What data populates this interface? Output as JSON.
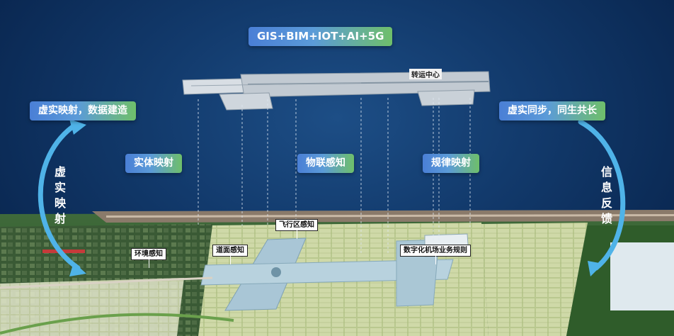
{
  "header": {
    "tech_label": "GIS+BIM+IOT+AI+5G"
  },
  "pills": {
    "top_left": "虚实映射，数据建造",
    "top_right": "虚实同步，同生共长",
    "entity_mapping": "实体映射",
    "iot_sensing": "物联感知",
    "rule_mapping": "规律映射"
  },
  "side_labels": {
    "left": "虚实映射",
    "right": "信息反馈"
  },
  "model": {
    "label": "转运中心"
  },
  "ground_tags": {
    "env": "环境感知",
    "road": "道面感知",
    "airside": "飞行区感知",
    "rules": "数字化机场业务规则"
  },
  "colors": {
    "pill_blue": "#4a7fd6",
    "pill_green": "#6fbf6a",
    "sky": "#123a6c",
    "arrow": "#4fb3e8"
  }
}
